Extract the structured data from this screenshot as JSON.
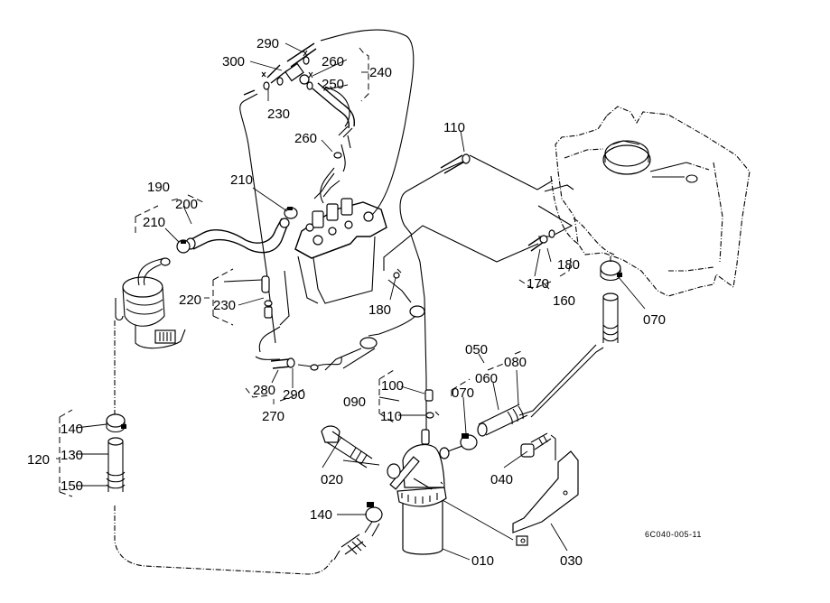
{
  "diagram": {
    "title": "Fuel system parts diagram",
    "figure_code": "6C040-005-11",
    "line_color": "#000000",
    "background": "#ffffff"
  },
  "labels": {
    "p010": "010",
    "p020": "020",
    "p030": "030",
    "p040": "040",
    "p050": "050",
    "p060": "060",
    "p070a": "070",
    "p070b": "070",
    "p080": "080",
    "p090": "090",
    "p100": "100",
    "p110a": "110",
    "p110b": "110",
    "p120": "120",
    "p130": "130",
    "p140a": "140",
    "p140b": "140",
    "p150": "150",
    "p160": "160",
    "p170": "170",
    "p180a": "180",
    "p180b": "180",
    "p190": "190",
    "p200": "200",
    "p210a": "210",
    "p210b": "210",
    "p220": "220",
    "p230a": "230",
    "p230b": "230",
    "p240": "240",
    "p250": "250",
    "p260a": "260",
    "p260b": "260",
    "p270": "270",
    "p280": "280",
    "p290a": "290",
    "p290b": "290",
    "p300": "300"
  },
  "parts": [
    {
      "id": "fuel-filter",
      "label": "010"
    },
    {
      "id": "bolt",
      "label": "020"
    },
    {
      "id": "filter-bracket",
      "label": "030"
    },
    {
      "id": "bracket-bolt",
      "label": "040"
    },
    {
      "id": "hose-assembly",
      "label": "050"
    },
    {
      "id": "fuel-tank",
      "label": ""
    },
    {
      "id": "injection-pump",
      "label": ""
    },
    {
      "id": "fuel-feed-pump",
      "label": ""
    }
  ]
}
